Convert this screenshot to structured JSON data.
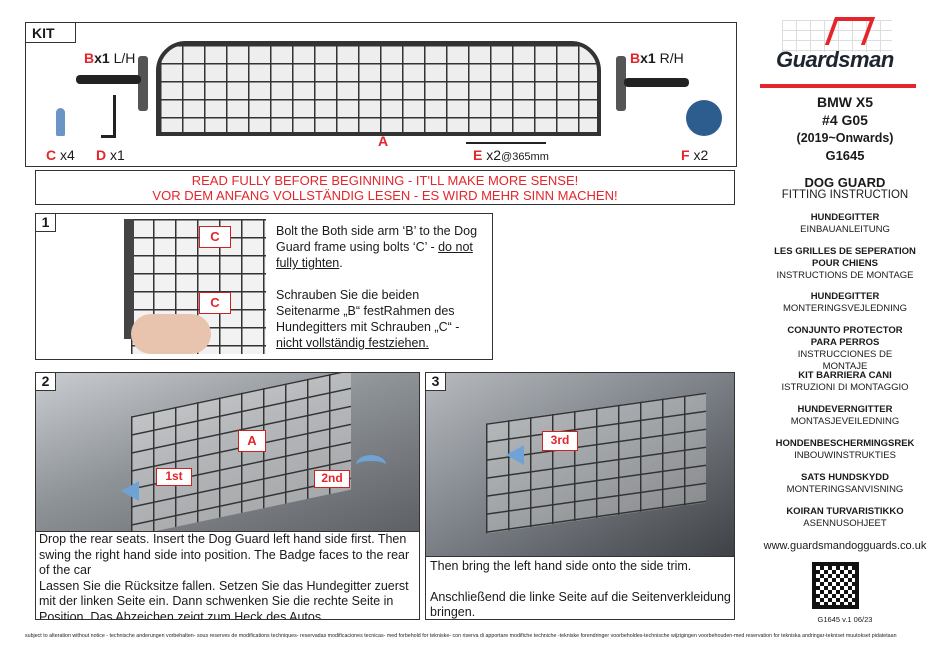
{
  "brand": {
    "logo_text": "Guardsman",
    "accent": "#e3262b"
  },
  "vehicle": {
    "model": "BMW X5",
    "generation": "#4 G05",
    "years": "(2019~Onwards)",
    "code": "G1645"
  },
  "kit": {
    "title": "KIT",
    "parts": [
      {
        "letter": "B",
        "qty": "x1",
        "note": "L/H"
      },
      {
        "letter": "B",
        "qty": "x1",
        "note": "R/H"
      },
      {
        "letter": "C",
        "qty": " x4",
        "note": ""
      },
      {
        "letter": "D",
        "qty": " x1",
        "note": ""
      },
      {
        "letter": "A",
        "qty": "",
        "note": ""
      },
      {
        "letter": "E",
        "qty": " x2",
        "note": "@365mm"
      },
      {
        "letter": "F",
        "qty": " x2",
        "note": ""
      }
    ]
  },
  "warning": {
    "en": "READ FULLY BEFORE BEGINNING - IT'LL MAKE MORE SENSE!",
    "de": "VOR DEM ANFANG VOLLSTÄNDIG LESEN - ES WIRD MEHR SINN MACHEN!"
  },
  "steps": [
    {
      "number": "1",
      "tags": [
        "C",
        "C"
      ],
      "en_1": "Bolt the Both side arm ‘B’ to the Dog Guard frame using bolts ‘C’ -",
      "en_2": "do not fully tighten",
      "en_3": ".",
      "de_1": "Schrauben Sie die beiden Seitenarme „B“ festRahmen des Hundegitters mit Schrauben „C“ -",
      "de_2": "nicht vollständig festziehen."
    },
    {
      "number": "2",
      "tags": [
        "A",
        "1st",
        "2nd"
      ],
      "en": "Drop the rear seats. Insert the Dog Guard left hand side first. Then swing the right hand side into position. The Badge faces to the rear of the car",
      "de": "Lassen Sie die Rücksitze fallen. Setzen Sie das Hundegitter zuerst mit der linken Seite ein. Dann schwenken Sie die rechte Seite in Position. Das Abzeichen zeigt zum Heck des Autos"
    },
    {
      "number": "3",
      "tags": [
        "3rd"
      ],
      "en": "Then bring the left hand side onto the side trim.",
      "de": "Anschließend die linke Seite auf die Seitenverkleidung bringen."
    }
  ],
  "product": {
    "title": "DOG GUARD",
    "subtitle": "FITTING INSTRUCTION"
  },
  "translations": [
    {
      "name": "HUNDEGITTER",
      "sub": "EINBAUANLEITUNG"
    },
    {
      "name": "LES GRILLES DE SEPERATION POUR CHIENS",
      "sub": "INSTRUCTIONS DE MONTAGE"
    },
    {
      "name": "HUNDEGITTER",
      "sub": "MONTERINGSVEJLEDNING"
    },
    {
      "name": "CONJUNTO PROTECTOR PARA PERROS",
      "sub": "INSTRUCCIONES DE MONTAJE"
    },
    {
      "name": "KIT BARRIERA CANI",
      "sub": "ISTRUZIONI DI MONTAGGIO"
    },
    {
      "name": "HUNDEVERNGITTER",
      "sub": "MONTASJEVEILEDNING"
    },
    {
      "name": "HONDENBESCHERMINGSREK",
      "sub": "INBOUWINSTRUKTIES"
    },
    {
      "name": "SATS HUNDSKYDD",
      "sub": "MONTERINGSANVISNING"
    },
    {
      "name": "KOIRAN TURVARISTIKKO",
      "sub": "ASENNUSOHJEET"
    }
  ],
  "website": "www.guardsmandogguards.co.uk",
  "version": "G1645 v.1 06/23",
  "footer": "subject to alteration without notice - technische anderungen vorbehalten- sous reserves de modifications techniques- reservadas modificaciones tecnicas- med forbehold for tekniske- con riserva di apportare modifiche techniche -tekniske forendringer voorbeholdes-technische wijzigingen voorbehouden-med reservation for tekniska andringar-tekniset muutokset pidatetaan"
}
